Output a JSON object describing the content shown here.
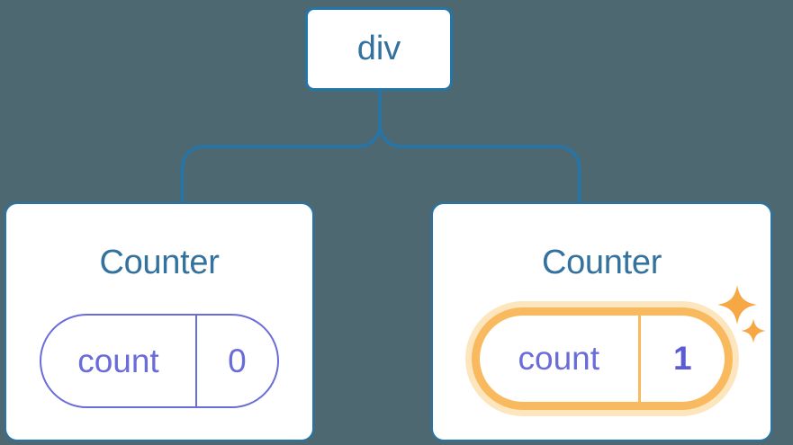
{
  "diagram": {
    "root": {
      "label": "div"
    },
    "counters": [
      {
        "title": "Counter",
        "state_key": "count",
        "state_value": "0",
        "highlighted": false
      },
      {
        "title": "Counter",
        "state_key": "count",
        "state_value": "1",
        "highlighted": true
      }
    ]
  },
  "icons": {
    "sparkles": "sparkles-icon"
  },
  "colors": {
    "background": "#4E6872",
    "node_border_blue": "#2575A9",
    "heading_blue": "#33729F",
    "state_indigo": "#6A6CD9",
    "state_value_bold_indigo": "#5B5BD6",
    "highlight_orange": "#F9B95F",
    "highlight_glow": "#FDE6BE",
    "sparkle_orange": "#F5A843",
    "node_fill": "#FFFFFF"
  }
}
